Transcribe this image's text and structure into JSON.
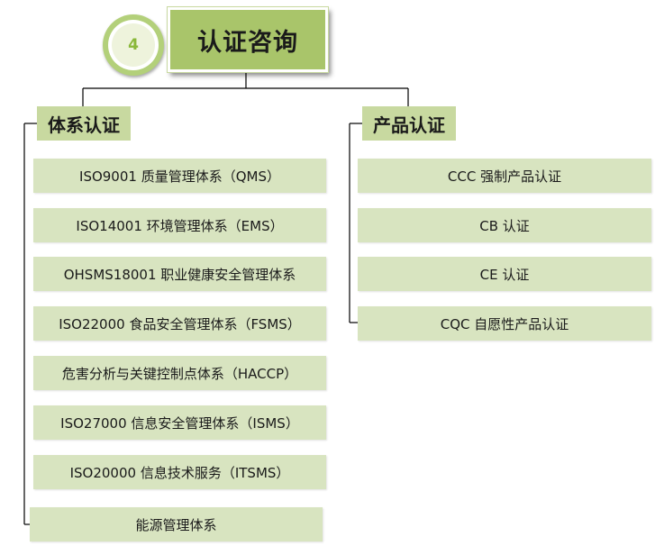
{
  "badge": {
    "number": "4"
  },
  "title": "认证咨询",
  "system_cert": {
    "label": "体系认证",
    "items": [
      "ISO9001 质量管理体系（QMS）",
      "ISO14001 环境管理体系（EMS）",
      "OHSMS18001 职业健康安全管理体系",
      "ISO22000 食品安全管理体系（FSMS）",
      "危害分析与关键控制点体系（HACCP）",
      "ISO27000 信息安全管理体系（ISMS）",
      "ISO20000 信息技术服务（ITSMS）",
      "能源管理体系"
    ]
  },
  "product_cert": {
    "label": "产品认证",
    "items": [
      "CCC 强制产品认证",
      "CB 认证",
      "CE 认证",
      "CQC 自愿性产品认证"
    ]
  },
  "colors": {
    "title_fill": "#a9c56a",
    "category_fill": "#c8d9a0",
    "item_fill": "#d8e4c0",
    "badge_green": "#b3d07a"
  }
}
